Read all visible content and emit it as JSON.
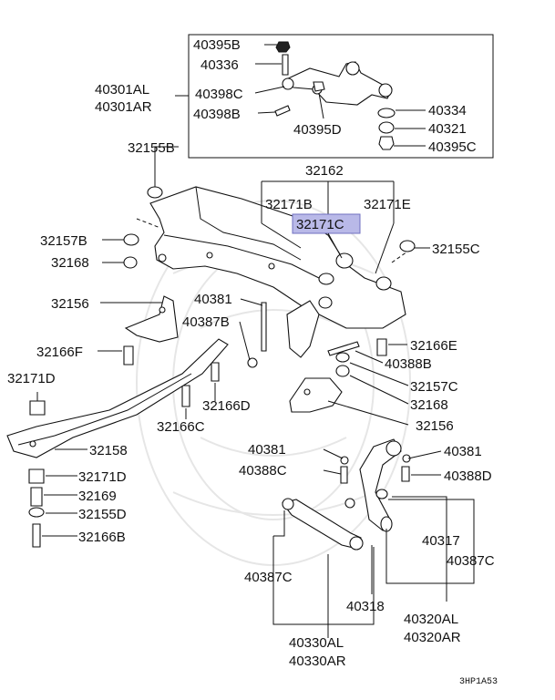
{
  "labels": {
    "p40395B_top": "40395B",
    "p40336": "40336",
    "p40398C_top": "40398C",
    "p40398B_top": "40398B",
    "p40395D": "40395D",
    "p40334": "40334",
    "p40321": "40321",
    "p40395C": "40395C",
    "p40301AL": "40301AL",
    "p40301AR": "40301AR",
    "p32155B": "32155B",
    "p32162": "32162",
    "p32171B": "32171B",
    "p32171E": "32171E",
    "p32171C": "32171C",
    "p32155C": "32155C",
    "p32157B": "32157B",
    "p32168_left": "32168",
    "p32156_left": "32156",
    "p40381_mid": "40381",
    "p40387B": "40387B",
    "p32166F": "32166F",
    "p32166E": "32166E",
    "p40388B": "40388B",
    "p32171D_left": "32171D",
    "p32157C": "32157C",
    "p32166D": "32166D",
    "p32168_right": "32168",
    "p32166C": "32166C",
    "p32156_right": "32156",
    "p32158": "32158",
    "p40381_low_left": "40381",
    "p40381_low_right": "40381",
    "p40388C": "40388C",
    "p40388D": "40388D",
    "p32171D_bottom": "32171D",
    "p32169": "32169",
    "p32155D": "32155D",
    "p32166B": "32166B",
    "p40317": "40317",
    "p40387C_right": "40387C",
    "p40387C_left": "40387C",
    "p40318": "40318",
    "p40320AL": "40320AL",
    "p40320AR": "40320AR",
    "p40330AL": "40330AL",
    "p40330AR": "40330AR",
    "code": "3HP1A53"
  },
  "highlight_color": "#b9b9e8"
}
